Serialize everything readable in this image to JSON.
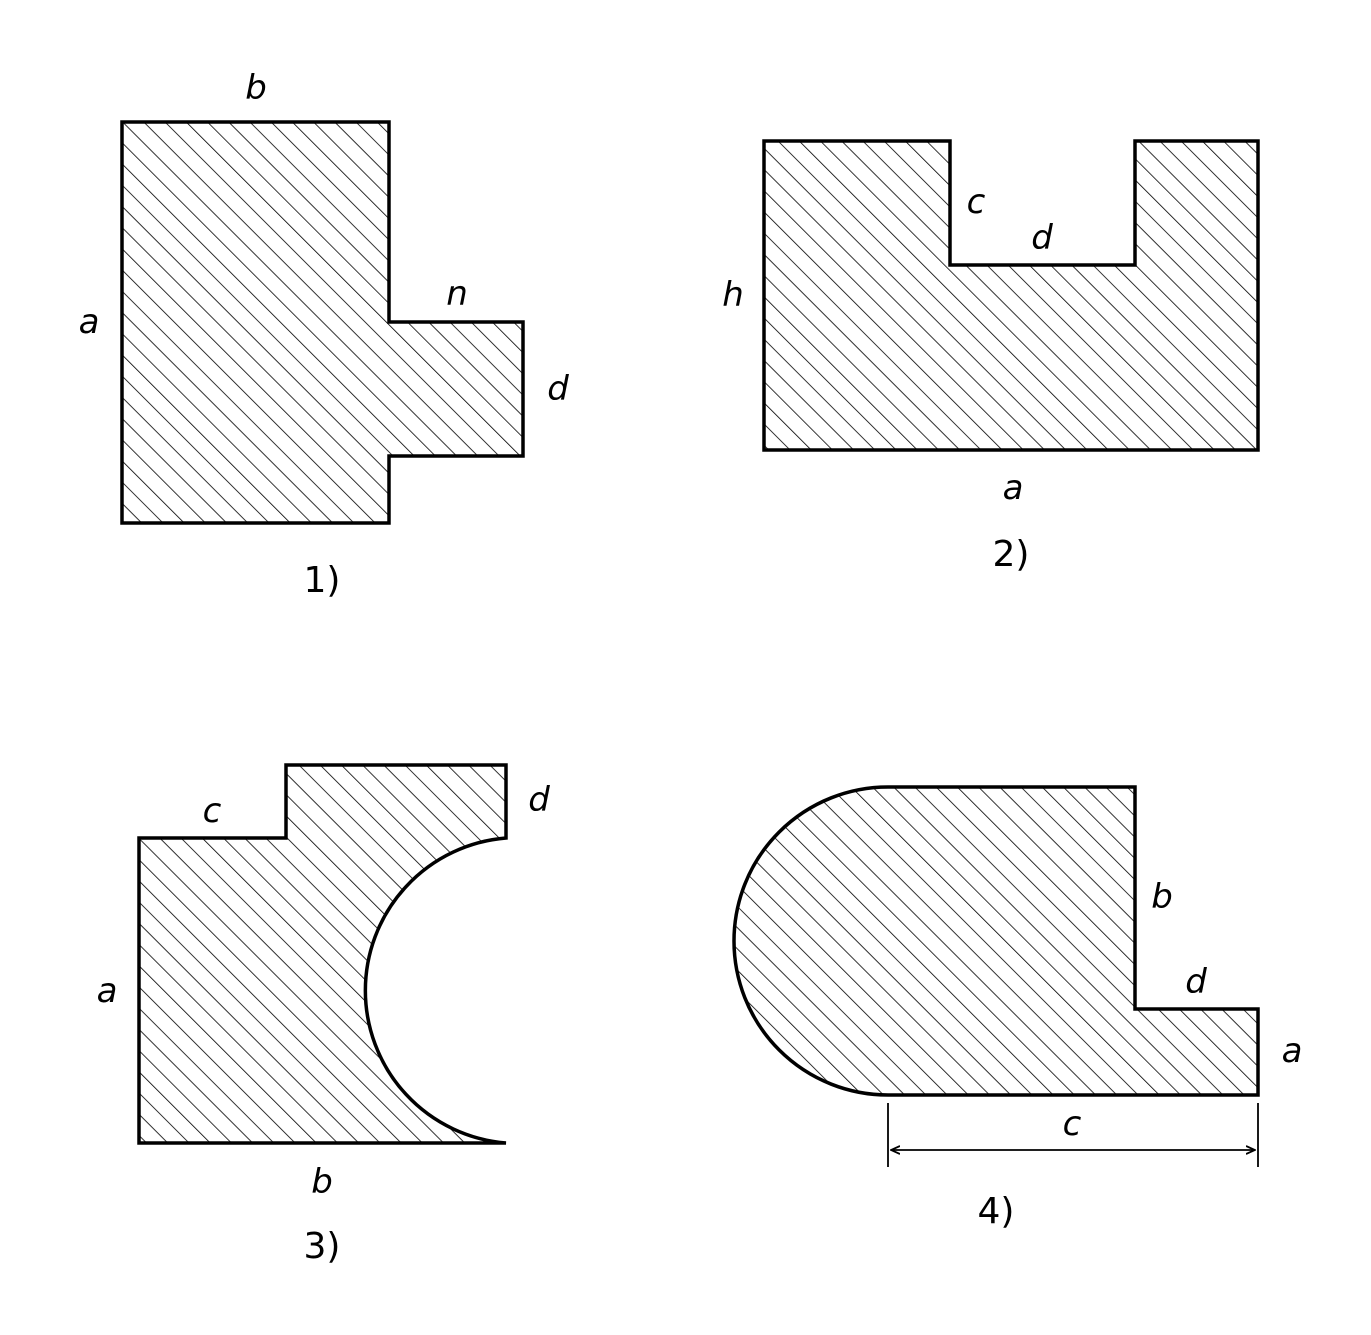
{
  "figures": [
    {
      "number": "1)",
      "labels": {
        "top": "b",
        "left": "a",
        "step": "n",
        "right": "d"
      }
    },
    {
      "number": "2)",
      "labels": {
        "left": "h",
        "notch_side": "c",
        "notch_width": "d",
        "bottom": "a"
      }
    },
    {
      "number": "3)",
      "labels": {
        "left": "a",
        "step": "c",
        "right": "d",
        "bottom": "b"
      }
    },
    {
      "number": "4)",
      "labels": {
        "right_upper": "b",
        "step": "d",
        "right_lower": "a",
        "dimension": "c"
      }
    }
  ]
}
